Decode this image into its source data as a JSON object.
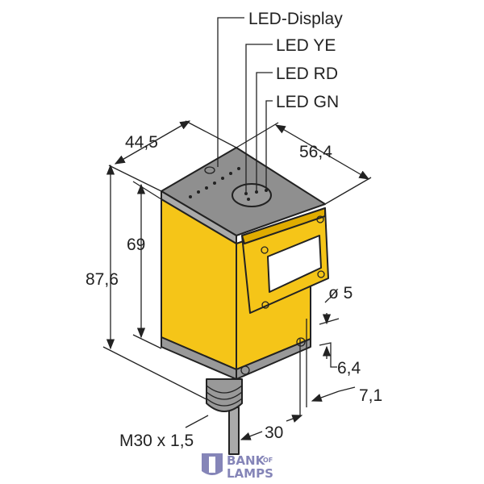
{
  "labels": {
    "led_display": "LED-Display",
    "led_ye": "LED YE",
    "led_rd": "LED RD",
    "led_gn": "LED GN"
  },
  "dimensions": {
    "width": "44,5",
    "depth": "56,4",
    "body_height": "69",
    "total_height": "87,6",
    "hole_diameter": "ø 5",
    "hole_offset": "6,4",
    "hole_spacing": "7,1",
    "thread": "M30 x 1,5",
    "thread_length": "30"
  },
  "logo": {
    "line1": "BANK",
    "line2": "OF",
    "line3": "LAMPS"
  },
  "colors": {
    "housing": "#f5c518",
    "cap": "#8f8f8f",
    "lens": "#ffffff",
    "logo": "#8585b8"
  }
}
